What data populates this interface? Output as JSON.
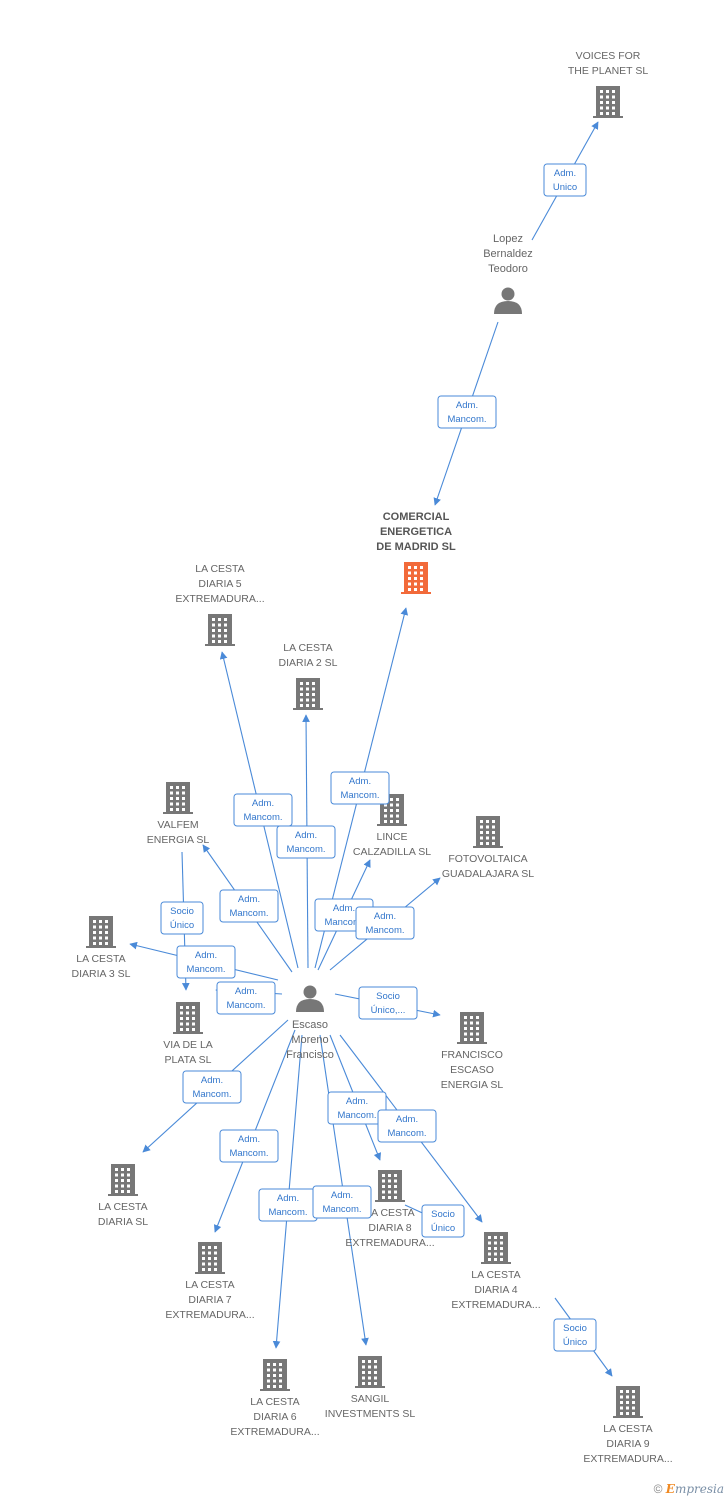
{
  "colors": {
    "edge": "#4a8ad8",
    "building": "#777777",
    "focus_building": "#f26a3a",
    "person": "#777777"
  },
  "nodes": [
    {
      "id": "voices",
      "type": "company",
      "lines": [
        "VOICES FOR",
        "THE PLANET SL"
      ]
    },
    {
      "id": "lopez",
      "type": "person",
      "lines": [
        "Lopez",
        "Bernaldez",
        "Teodoro"
      ]
    },
    {
      "id": "comercial",
      "type": "company",
      "focus": true,
      "lines": [
        "COMERCIAL",
        "ENERGETICA",
        "DE MADRID SL"
      ]
    },
    {
      "id": "cesta5",
      "type": "company",
      "lines": [
        "LA CESTA",
        "DIARIA 5",
        "EXTREMADURA..."
      ]
    },
    {
      "id": "cesta2",
      "type": "company",
      "lines": [
        "LA CESTA",
        "DIARIA 2  SL"
      ]
    },
    {
      "id": "lince",
      "type": "company",
      "lines": [
        "LINCE",
        "CALZADILLA SL"
      ]
    },
    {
      "id": "fotovoltaica",
      "type": "company",
      "lines": [
        "FOTOVOLTAICA",
        "GUADALAJARA SL"
      ]
    },
    {
      "id": "valfem",
      "type": "company",
      "lines": [
        "VALFEM",
        "ENERGIA SL"
      ]
    },
    {
      "id": "cesta3",
      "type": "company",
      "lines": [
        "LA CESTA",
        "DIARIA 3  SL"
      ]
    },
    {
      "id": "escaso",
      "type": "person",
      "lines": [
        "Escaso",
        "Moreno",
        "Francisco"
      ]
    },
    {
      "id": "viaplata",
      "type": "company",
      "lines": [
        "VIA DE LA",
        "PLATA SL"
      ]
    },
    {
      "id": "fescaso",
      "type": "company",
      "lines": [
        "FRANCISCO",
        "ESCASO",
        "ENERGIA SL"
      ]
    },
    {
      "id": "cesta",
      "type": "company",
      "lines": [
        "LA CESTA",
        "DIARIA  SL"
      ]
    },
    {
      "id": "cesta8",
      "type": "company",
      "lines": [
        "LA CESTA",
        "DIARIA 8",
        "EXTREMADURA..."
      ]
    },
    {
      "id": "cesta7",
      "type": "company",
      "lines": [
        "LA CESTA",
        "DIARIA 7",
        "EXTREMADURA..."
      ]
    },
    {
      "id": "cesta4",
      "type": "company",
      "lines": [
        "LA CESTA",
        "DIARIA 4",
        "EXTREMADURA..."
      ]
    },
    {
      "id": "cesta6",
      "type": "company",
      "lines": [
        "LA CESTA",
        "DIARIA 6",
        "EXTREMADURA..."
      ]
    },
    {
      "id": "sangil",
      "type": "company",
      "lines": [
        "SANGIL",
        "INVESTMENTS SL"
      ]
    },
    {
      "id": "cesta9",
      "type": "company",
      "lines": [
        "LA CESTA",
        "DIARIA 9",
        "EXTREMADURA..."
      ]
    }
  ],
  "edges": [
    {
      "from": "lopez",
      "to": "voices",
      "lines": [
        "Adm.",
        "Unico"
      ]
    },
    {
      "from": "lopez",
      "to": "comercial",
      "lines": [
        "Adm.",
        "Mancom."
      ]
    },
    {
      "from": "escaso",
      "to": "comercial",
      "lines": [
        "Adm.",
        "Mancom."
      ]
    },
    {
      "from": "escaso",
      "to": "cesta5",
      "lines": [
        "Adm.",
        "Mancom."
      ]
    },
    {
      "from": "escaso",
      "to": "cesta2",
      "lines": [
        "Adm.",
        "Mancom."
      ]
    },
    {
      "from": "escaso",
      "to": "lince",
      "lines": [
        "Adm.",
        "Mancom."
      ]
    },
    {
      "from": "escaso",
      "to": "fotovoltaica",
      "lines": [
        "Adm.",
        "Mancom."
      ]
    },
    {
      "from": "escaso",
      "to": "valfem",
      "lines": [
        "Adm.",
        "Mancom."
      ]
    },
    {
      "from": "valfem",
      "to": "viaplata",
      "lines": [
        "Socio",
        "Único"
      ]
    },
    {
      "from": "escaso",
      "to": "cesta3",
      "lines": [
        "Adm.",
        "Mancom."
      ]
    },
    {
      "from": "escaso",
      "to": "viaplata",
      "lines": [
        "Adm.",
        "Mancom."
      ]
    },
    {
      "from": "escaso",
      "to": "fescaso",
      "lines": [
        "Socio",
        "Único,..."
      ]
    },
    {
      "from": "escaso",
      "to": "cesta",
      "lines": [
        "Adm.",
        "Mancom."
      ]
    },
    {
      "from": "escaso",
      "to": "cesta7",
      "lines": [
        "Adm.",
        "Mancom."
      ]
    },
    {
      "from": "escaso",
      "to": "cesta6",
      "lines": [
        "Adm.",
        "Mancom."
      ]
    },
    {
      "from": "escaso",
      "to": "sangil",
      "lines": [
        "Adm.",
        "Mancom."
      ]
    },
    {
      "from": "escaso",
      "to": "cesta8",
      "lines": [
        "Adm.",
        "Mancom."
      ]
    },
    {
      "from": "escaso",
      "to": "cesta4",
      "lines": [
        "Adm.",
        "Mancom."
      ]
    },
    {
      "from": "cesta8",
      "to": "cesta4",
      "lines": [
        "Socio",
        "Único"
      ]
    },
    {
      "from": "cesta4",
      "to": "cesta9",
      "lines": [
        "Socio",
        "Único"
      ]
    }
  ],
  "footer": {
    "copyright": "©",
    "brand_initial": "E",
    "brand_rest": "mpresia"
  }
}
